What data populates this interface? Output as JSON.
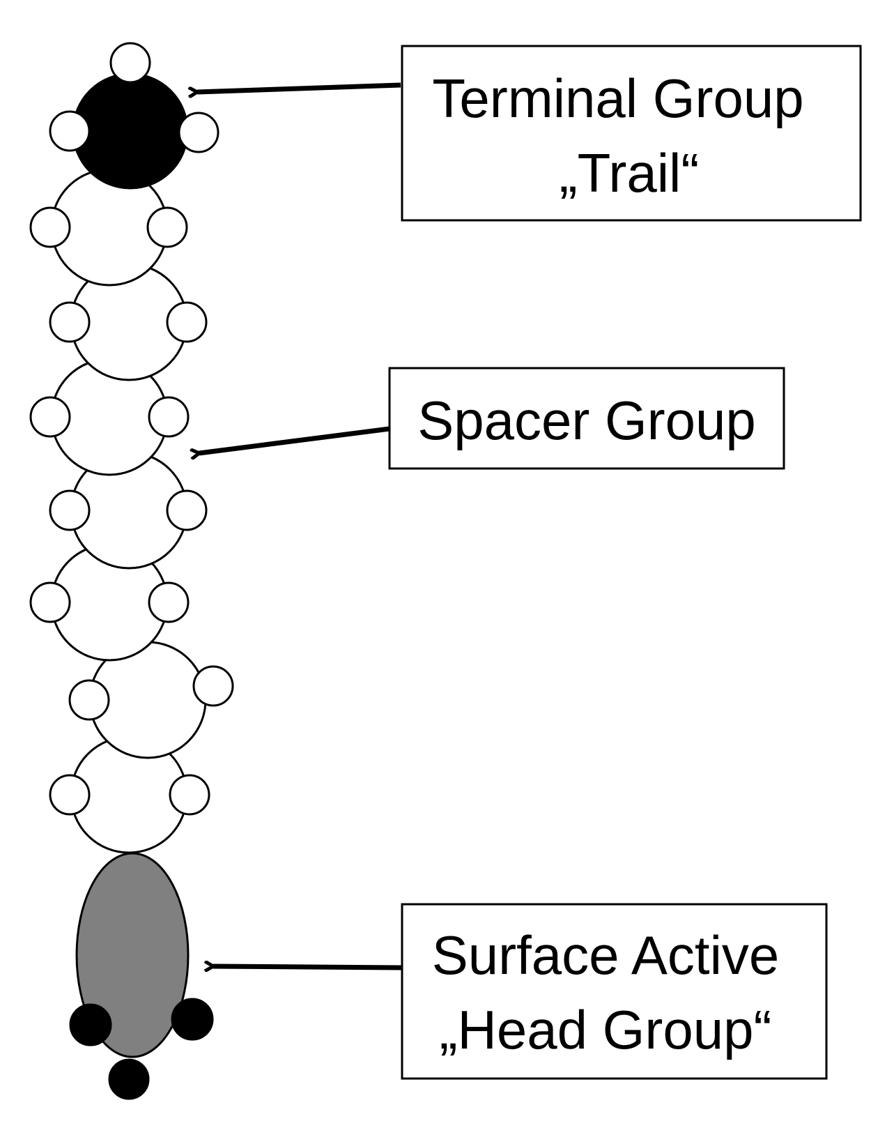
{
  "labels": {
    "terminal": {
      "line1": "Terminal Group",
      "line2": "„Trail“"
    },
    "spacer": {
      "line1": "Spacer Group"
    },
    "head": {
      "line1": "Surface Active",
      "line2": "„Head Group“"
    }
  },
  "colors": {
    "stroke": "#000000",
    "terminal_fill": "#000000",
    "spacer_fill": "#ffffff",
    "head_fill": "#808080",
    "head_nodes_fill": "#000000",
    "background": "#ffffff"
  }
}
